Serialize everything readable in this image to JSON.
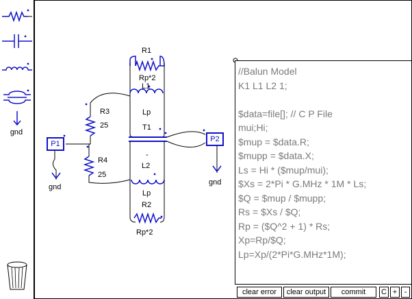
{
  "palette": {
    "gnd_label": "gnd"
  },
  "schematic": {
    "labels": {
      "r1": "R1",
      "rp2_top": "Rp*2",
      "l1": "L1",
      "lp_top": "Lp",
      "t1": "T1",
      "r3": "R3",
      "r3_value": "25",
      "r4": "R4",
      "r4_value": "25",
      "minus": "-",
      "l2": "L2",
      "lp_bottom": "Lp",
      "r2": "R2",
      "rp2_bottom": "Rp*2",
      "gnd_p1": "gnd",
      "gnd_p2": "gnd"
    },
    "ports": {
      "p1": "P1",
      "p2": "P2"
    }
  },
  "editor": {
    "lines": [
      "//Balun Model",
      "K1 L1 L2 1;",
      "",
      "$data=file[]; // C P File",
      "mui;Hi;",
      "$mup = $data.R;",
      "$mupp = $data.X;",
      "Ls = Hi * ($mup/mui);",
      "$Xs = 2*Pi * G.MHz * 1M * Ls;",
      "$Q = $mup / $mupp;",
      "Rs = $Xs / $Q;",
      "Rp = ($Q^2 + 1) * Rs;",
      "Xp=Rp/$Q;",
      "Lp=Xp/(2*Pi*G.MHz*1M);"
    ]
  },
  "toolbar": {
    "clear_error": "clear error",
    "clear_output": "clear output",
    "commit": "commit",
    "c": "C",
    "plus": "+",
    "minus": "-"
  },
  "colors": {
    "accent": "#1010c8",
    "wire": "#000000",
    "code_text": "#7a7a7a"
  }
}
